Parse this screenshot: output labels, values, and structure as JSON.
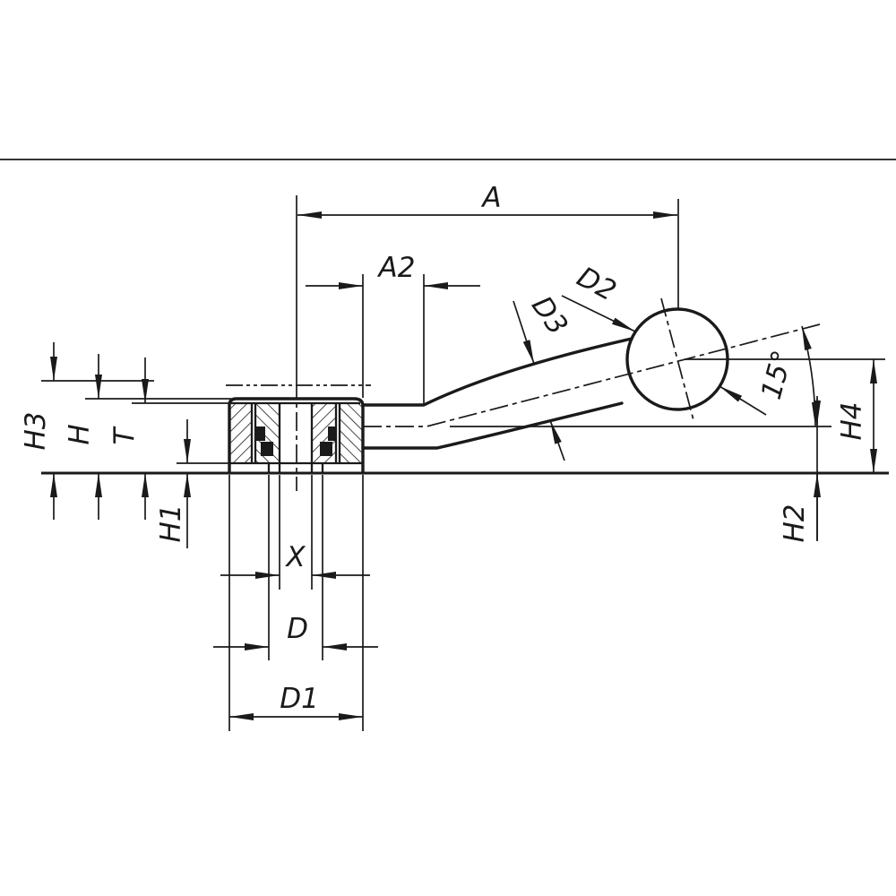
{
  "drawing": {
    "colors": {
      "ink": "#1a1a1a",
      "background": "#ffffff"
    },
    "labels": {
      "a": "A",
      "a2": "A2",
      "d2": "D2",
      "d3": "D3",
      "angle": "15°",
      "h4": "H4",
      "h2": "H2",
      "h3": "H3",
      "h": "H",
      "t": "T",
      "h1": "H1",
      "x": "X",
      "d": "D",
      "d1": "D1"
    }
  }
}
